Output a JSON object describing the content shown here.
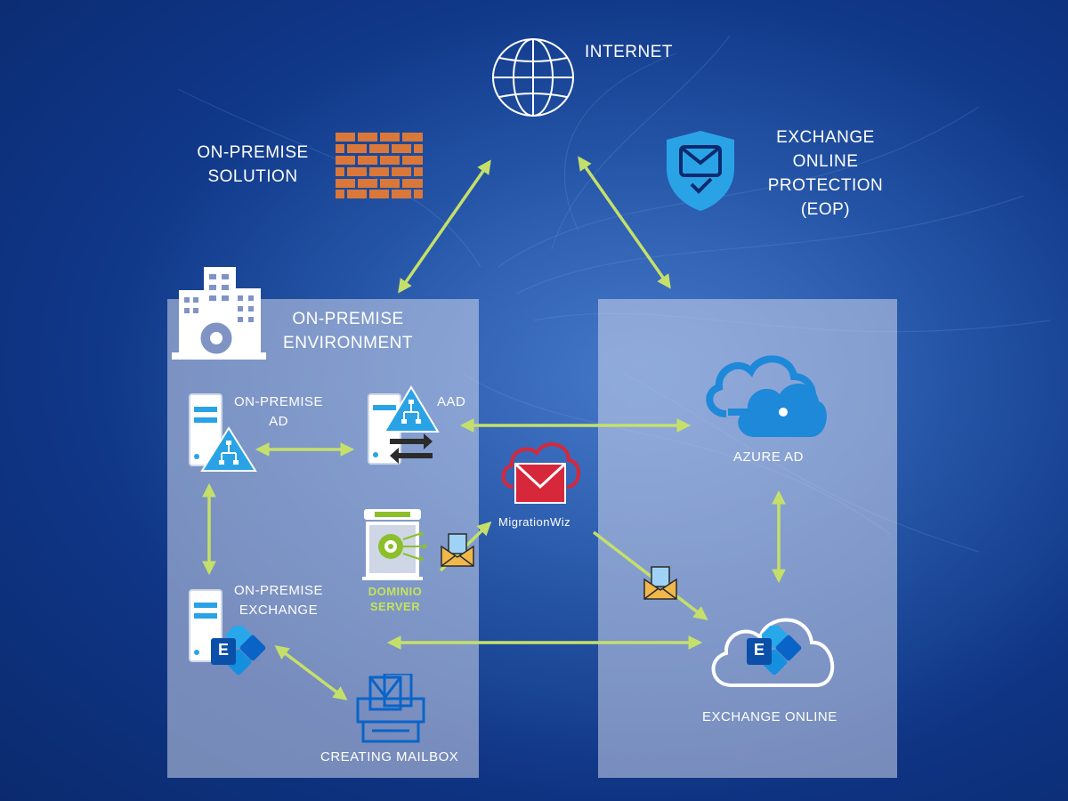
{
  "labels": {
    "internet": "INTERNET",
    "on_premise_solution": [
      "ON-PREMISE",
      "SOLUTION"
    ],
    "eop": [
      "EXCHANGE",
      "ONLINE",
      "PROTECTION",
      "(EOP)"
    ],
    "on_premise_environment": [
      "ON-PREMISE",
      "ENVIRONMENT"
    ],
    "on_premise_ad": [
      "ON-PREMISE",
      "AD"
    ],
    "aad": "AAD",
    "on_premise_exchange": [
      "ON-PREMISE",
      "EXCHANGE"
    ],
    "dominio_server": [
      "DOMINIO",
      "SERVER"
    ],
    "migrationwiz": "MigrationWiz",
    "azure_ad": "AZURE AD",
    "exchange_online": "EXCHANGE ONLINE",
    "creating_mailbox": "CREATING MAILBOX",
    "exchange_letter": "E"
  },
  "colors": {
    "arrow": "#c5e06a",
    "panel": "#cdd6eb",
    "brick": "#d9783a",
    "shield": "#2aa3e6",
    "azure_blue": "#1e88d9",
    "migration_red": "#d6283a",
    "dominio_green": "#8cbf2a",
    "exchange_blue": "#0a64c8"
  },
  "icons": [
    "globe-icon",
    "firewall-icon",
    "shield-mail-icon",
    "buildings-gear-icon",
    "server-icon",
    "azure-cloud-icon",
    "migration-cloud-icon",
    "mail-envelope-icon",
    "exchange-logo-icon",
    "mailbox-icon"
  ]
}
